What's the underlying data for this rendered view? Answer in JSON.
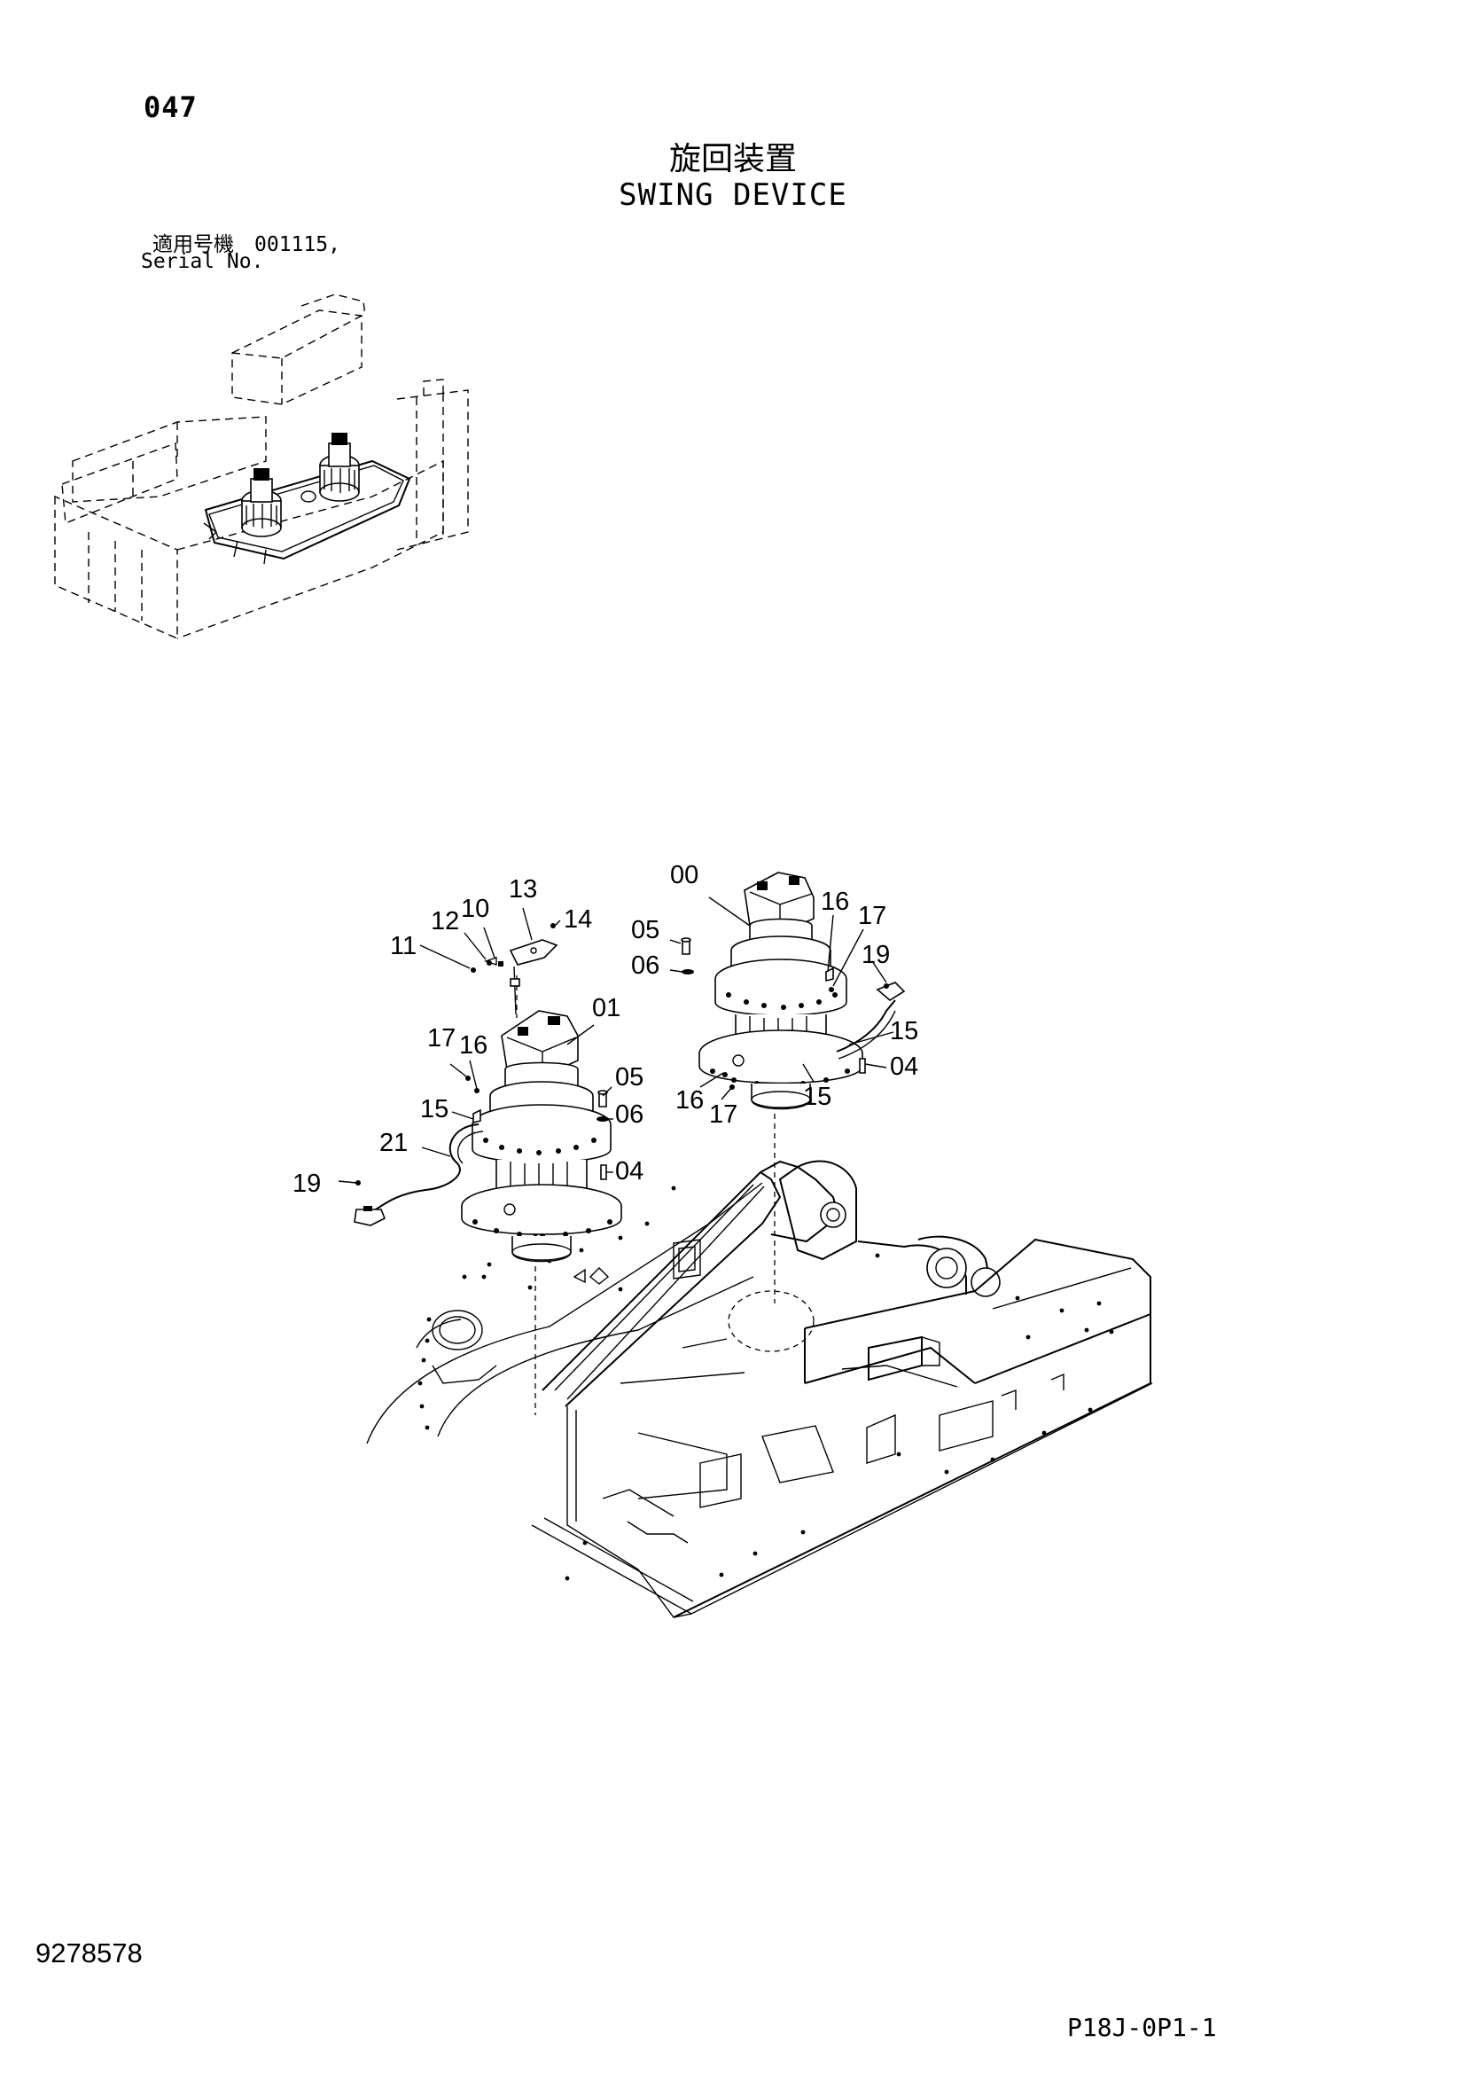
{
  "page_number": "047",
  "title_jp": "旋回装置",
  "title_en": "SWING DEVICE",
  "serial_label_jp": "適用号機　001115,",
  "serial_label_en": "Serial No.",
  "document_number": "9278578",
  "sheet_code": "P18J-0P1-1",
  "callouts": {
    "c00": "00",
    "c01": "01",
    "c04a": "04",
    "c04b": "04",
    "c05a": "05",
    "c05b": "05",
    "c06a": "06",
    "c06b": "06",
    "c10": "10",
    "c11": "11",
    "c12": "12",
    "c13": "13",
    "c14": "14",
    "c15a": "15",
    "c15b": "15",
    "c15c": "15",
    "c16a": "16",
    "c16b": "16",
    "c16c": "16",
    "c17a": "17",
    "c17b": "17",
    "c17c": "17",
    "c19a": "19",
    "c19b": "19",
    "c21": "21"
  }
}
